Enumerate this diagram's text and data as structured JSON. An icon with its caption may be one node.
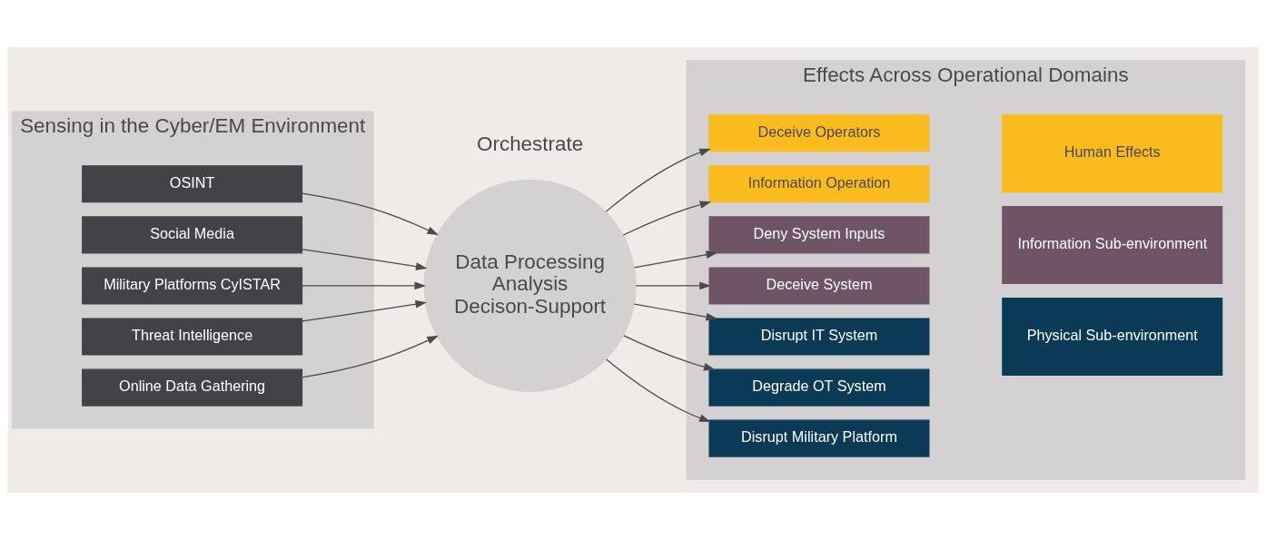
{
  "diagram": {
    "nodes": [
      {
        "text": [
          "Sensing in the Cyber/EM Environment"
        ]
      },
      {
        "text": [
          "OSINT"
        ],
        "in": 0
      },
      {
        "text": [
          "Social Media"
        ],
        "in": 0
      },
      {
        "text": [
          "Military Platforms CyISTAR"
        ],
        "in": 0
      },
      {
        "text": [
          "Threat Intelligence"
        ],
        "in": 0
      },
      {
        "text": [
          "Online Data Gathering"
        ],
        "in": 0
      },
      {
        "text": [
          "Data Processing",
          "Analysis",
          "Decison-Support"
        ]
      },
      {
        "text": [
          "Effects Across Operational Domains"
        ]
      },
      {
        "text": [
          "Deceive Operators"
        ],
        "in": 7
      },
      {
        "text": [
          "Information Operation"
        ],
        "in": 7
      },
      {
        "text": [
          "Deny System Inputs"
        ],
        "in": 7
      },
      {
        "text": [
          "Deceive System"
        ],
        "in": 7
      },
      {
        "text": [
          "Disrupt IT System"
        ],
        "in": 7
      },
      {
        "text": [
          "Degrade OT System"
        ],
        "in": 7
      },
      {
        "text": [
          "Disrupt Military Platform"
        ],
        "in": 7
      },
      {
        "text": [
          "Human Effects"
        ],
        "in": 7
      },
      {
        "text": [
          "Information Sub-environment"
        ],
        "in": 7
      },
      {
        "text": [
          "Physical Sub-environment"
        ],
        "in": 7
      }
    ],
    "edges": [
      {
        "from": 1,
        "to": 6,
        "arrow": "to"
      },
      {
        "from": 2,
        "to": 6,
        "arrow": "to"
      },
      {
        "from": 3,
        "to": 6,
        "arrow": "to"
      },
      {
        "from": 4,
        "to": 6,
        "arrow": "to"
      },
      {
        "from": 5,
        "to": 6,
        "arrow": "to"
      },
      {
        "from": 6,
        "to": 8,
        "arrow": "to"
      },
      {
        "from": 6,
        "to": 9,
        "arrow": "to"
      },
      {
        "from": 6,
        "to": 10,
        "arrow": "to"
      },
      {
        "from": 6,
        "to": 11,
        "arrow": "to"
      },
      {
        "from": 6,
        "to": 12,
        "arrow": "to"
      },
      {
        "from": 6,
        "to": 13,
        "arrow": "to"
      },
      {
        "from": 6,
        "to": 14,
        "arrow": "to"
      }
    ],
    "labels": [
      "Orchestrate"
    ]
  }
}
